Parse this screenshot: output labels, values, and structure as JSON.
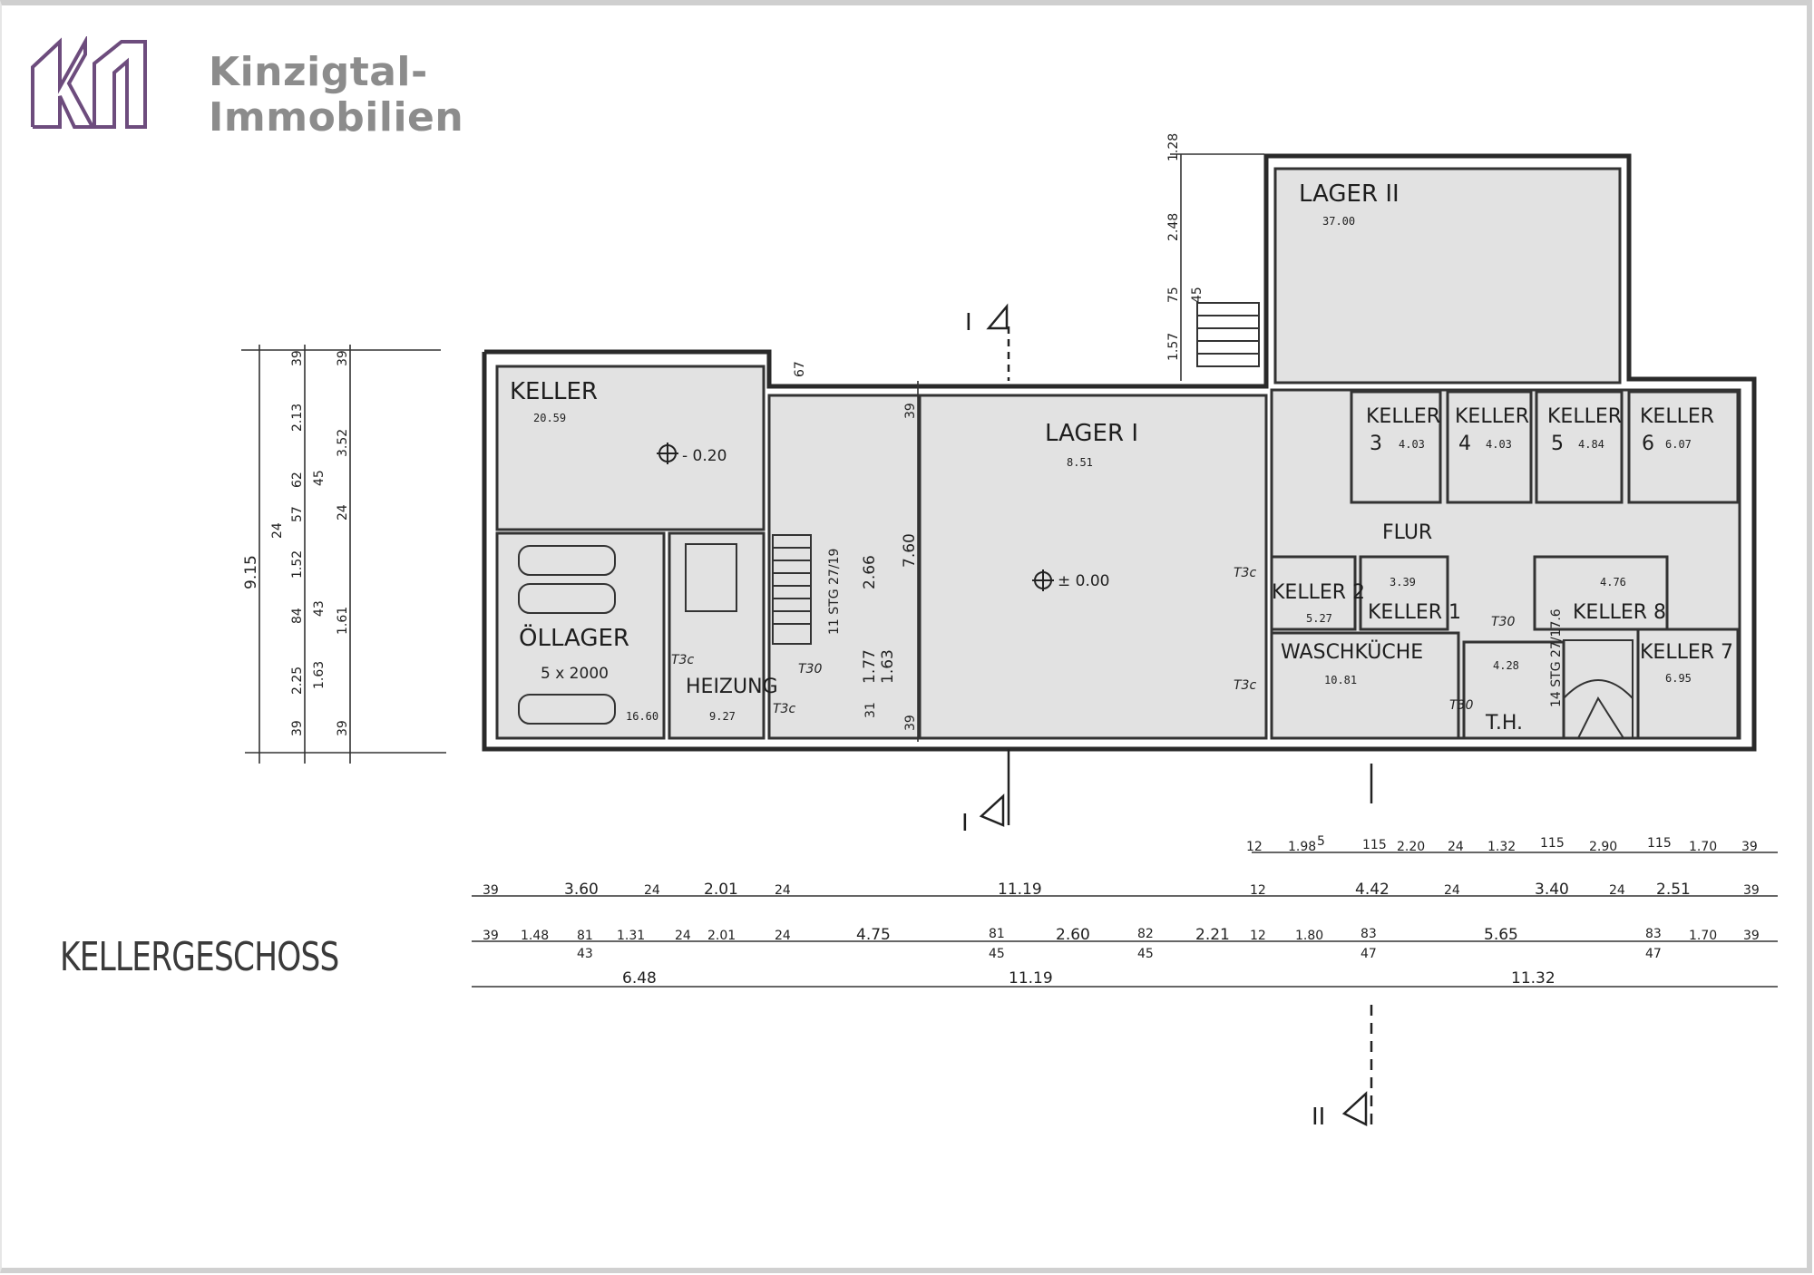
{
  "brand": {
    "line1": "Kinzigtal-",
    "line2": "Immobilien",
    "logo_color": "#6d4c7d",
    "text_color": "#8c8c8c"
  },
  "title": "KELLERGESCHOSS",
  "rooms": {
    "keller": {
      "name": "KELLER",
      "area": "20.59"
    },
    "oellager": {
      "name": "ÖLLAGER",
      "note": "5 x 2000",
      "area": "16.60"
    },
    "heizung": {
      "name": "HEIZUNG",
      "area": "9.27"
    },
    "lager1": {
      "name": "LAGER I",
      "area": "8.51"
    },
    "lager2": {
      "name": "LAGER II",
      "area": "37.00"
    },
    "keller3": {
      "name": "KELLER",
      "num": "3",
      "area": "4.03"
    },
    "keller4": {
      "name": "KELLER",
      "num": "4",
      "area": "4.03"
    },
    "keller5": {
      "name": "KELLER",
      "num": "5",
      "area": "4.84"
    },
    "keller6": {
      "name": "KELLER",
      "num": "6",
      "area": "6.07"
    },
    "flur": {
      "name": "FLUR"
    },
    "keller2": {
      "name": "KELLER 2",
      "area": "5.27"
    },
    "keller1": {
      "name": "KELLER 1",
      "area": "3.39"
    },
    "keller8": {
      "name": "KELLER 8",
      "area": "4.76"
    },
    "keller7": {
      "name": "KELLER 7",
      "area": "6.95"
    },
    "waschkueche": {
      "name": "WASCHKÜCHE",
      "area": "10.81"
    },
    "th": {
      "name": "T.H.",
      "area": "4.28"
    }
  },
  "levels": {
    "keller": "- 0.20",
    "lager1": "± 0.00"
  },
  "doors": {
    "t30": "T30",
    "t3": "T3c"
  },
  "stairs": {
    "stair1": "11 STG 27/19",
    "stair2": "14 STG 27/17.6"
  },
  "sections": {
    "s1": "I",
    "s2": "II"
  },
  "left_dims": {
    "outer": "9.15",
    "col1": [
      "39",
      "2.13",
      "62",
      "24",
      "1.52",
      "84",
      "2.25",
      "39"
    ],
    "col2": [
      "39",
      "3.52",
      "45",
      "24",
      "1.61",
      "43",
      "1.63",
      "39"
    ],
    "small": [
      "57"
    ]
  },
  "mid_dims": {
    "a": "39",
    "b": "7.60",
    "c": "2.66",
    "d": "1.77",
    "e": "1.63",
    "f": "31",
    "g": "39",
    "top": "67"
  },
  "top_dims": [
    "1.28",
    "2.48",
    "75",
    "45",
    "1.57"
  ],
  "bottom_dims": {
    "row1": [
      "12",
      "1.98",
      "5",
      "115",
      "2.20",
      "24",
      "1.32",
      "115",
      "2.90",
      "115",
      "1.70",
      "39"
    ],
    "row2": [
      "39",
      "3.60",
      "24",
      "2.01",
      "24",
      "11.19",
      "12",
      "4.42",
      "24",
      "3.40",
      "24",
      "2.51",
      "39"
    ],
    "row3": [
      "39",
      "1.48",
      "81",
      "43",
      "1.31",
      "24",
      "2.01",
      "24",
      "4.75",
      "81",
      "45",
      "2.60",
      "82",
      "45",
      "2.21",
      "12",
      "1.80",
      "83",
      "47",
      "5.65",
      "83",
      "47",
      "1.70",
      "39"
    ],
    "row4": [
      "6.48",
      "11.19",
      "11.32"
    ]
  }
}
